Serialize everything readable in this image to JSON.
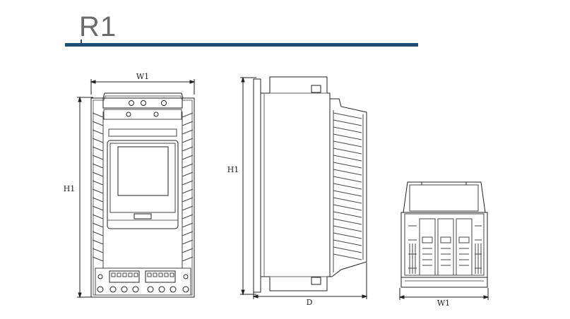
{
  "page": {
    "title": "R1",
    "accent_color": "#1f4e74",
    "line_color": "#222222"
  },
  "views": {
    "front": {
      "width_label": "W1",
      "height_label": "H1"
    },
    "side": {
      "height_label": "H1",
      "depth_label": "D"
    },
    "bottom": {
      "width_label": "W1"
    }
  }
}
